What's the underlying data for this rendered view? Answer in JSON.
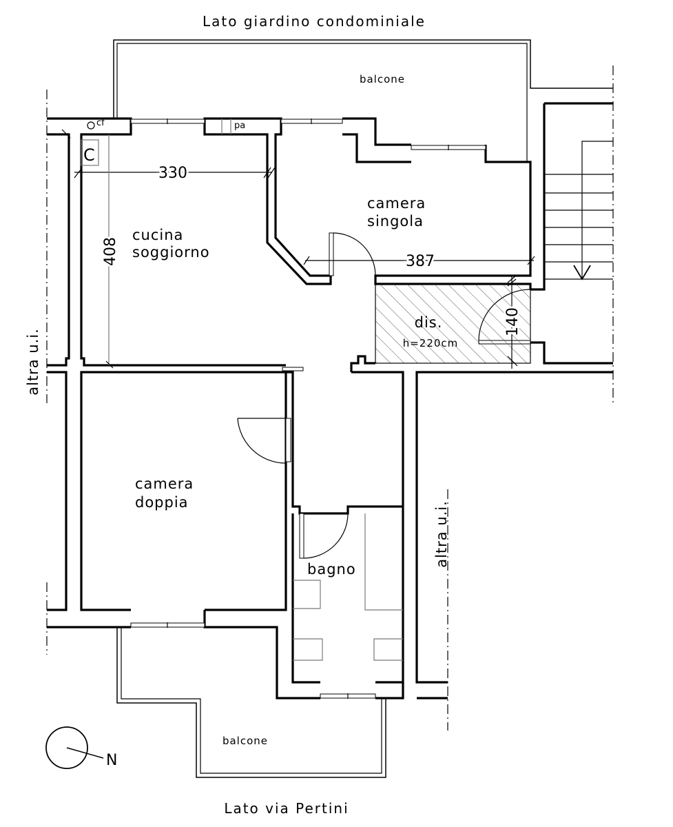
{
  "header": {
    "top_side": "Lato giardino condominiale",
    "bottom_side": "Lato via Pertini"
  },
  "rooms": {
    "balcony_top": "balcone",
    "balcony_bottom": "balcone",
    "kitchen_line1": "cucina",
    "kitchen_line2": "soggiorno",
    "single_line1": "camera",
    "single_line2": "singola",
    "double_line1": "camera",
    "double_line2": "doppia",
    "bath": "bagno",
    "closet": "dis.",
    "closet_height": "h=220cm"
  },
  "neighbors": {
    "left": "altra u.i.",
    "right": "altra u.i."
  },
  "symbols": {
    "flue": "cf",
    "pa": "pa",
    "boiler": "C",
    "north": "N"
  },
  "dimensions": {
    "kitchen_width": "330",
    "kitchen_depth": "408",
    "single_width": "387",
    "closet_depth": "140"
  }
}
